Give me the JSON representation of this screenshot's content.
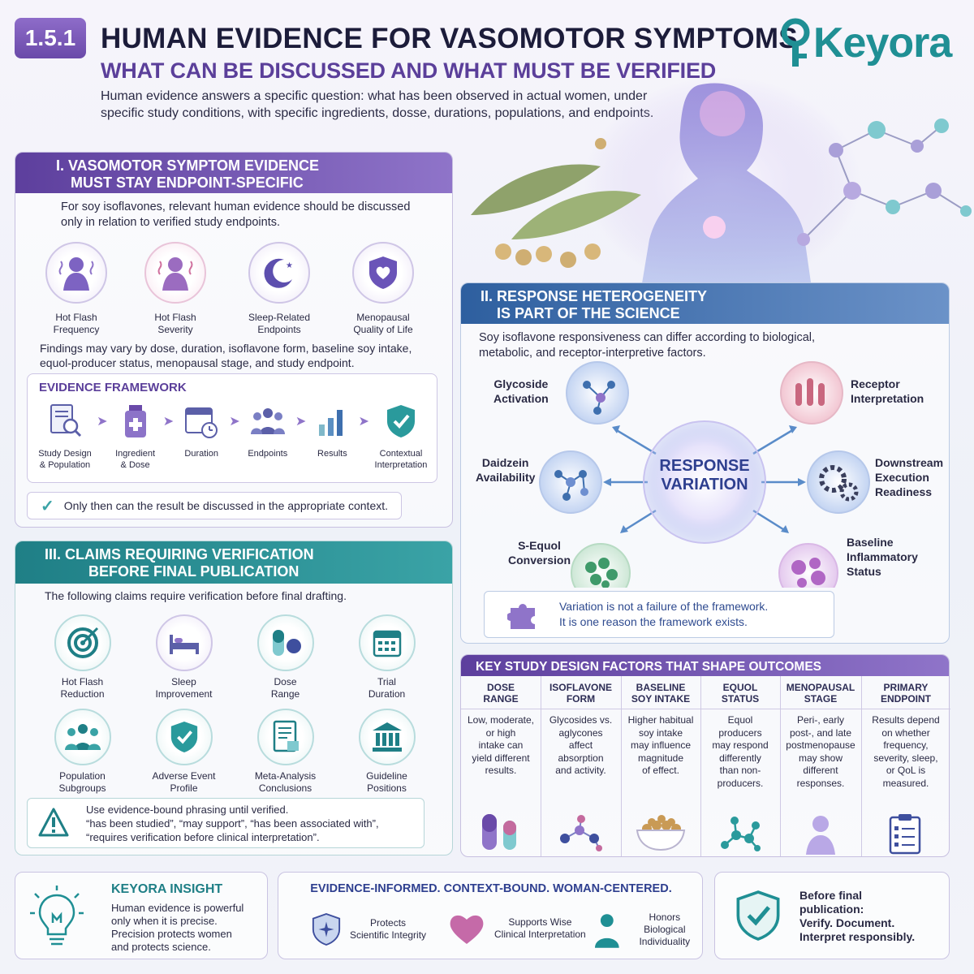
{
  "header": {
    "badge": "1.5.1",
    "title": "HUMAN EVIDENCE FOR VASOMOTOR SYMPTOMS",
    "subtitle": "WHAT CAN BE DISCUSSED AND WHAT MUST BE VERIFIED",
    "intro": "Human evidence answers a specific question: what has been observed in actual women, under specific study conditions, with specific ingredients, dosse, durations, populations, and endpoints.",
    "logo": "Keyora"
  },
  "section1": {
    "title_line1": "I. VASOMOTOR SYMPTOM EVIDENCE",
    "title_line2": "MUST STAY ENDPOINT-SPECIFIC",
    "intro": "For soy isoflavones, relevant human evidence should be discussed only in relation to verified study endpoints.",
    "endpoints": [
      {
        "label1": "Hot Flash",
        "label2": "Frequency",
        "icon": "woman-heat-icon"
      },
      {
        "label1": "Hot Flash",
        "label2": "Severity",
        "icon": "woman-heat-icon"
      },
      {
        "label1": "Sleep-Related",
        "label2": "Endpoints",
        "icon": "moon-icon"
      },
      {
        "label1": "Menopausal",
        "label2": "Quality of Life",
        "icon": "heart-shield-icon"
      }
    ],
    "findings": "Findings may vary by dose, duration, isoflavone form, baseline soy intake, equol-producer status, menopausal stage, and study endpoint.",
    "framework_title": "EVIDENCE FRAMEWORK",
    "framework_steps": [
      {
        "label1": "Study Design",
        "label2": "& Population"
      },
      {
        "label1": "Ingredient",
        "label2": "& Dose"
      },
      {
        "label1": "Duration",
        "label2": ""
      },
      {
        "label1": "Endpoints",
        "label2": ""
      },
      {
        "label1": "Results",
        "label2": ""
      },
      {
        "label1": "Contextual",
        "label2": "Interpretation"
      }
    ],
    "check_note": "Only then can the result be discussed in the appropriate context."
  },
  "section2": {
    "title_line1": "II. RESPONSE HETEROGENEITY",
    "title_line2": "IS PART OF THE SCIENCE",
    "intro": "Soy isoflavone responsiveness can differ according to biological, metabolic, and receptor-interpretive factors.",
    "center_line1": "RESPONSE",
    "center_line2": "VARIATION",
    "factors": {
      "glycoside": [
        "Glycoside",
        "Activation"
      ],
      "daidzein": [
        "Daidzein",
        "Availability"
      ],
      "sequol": [
        "S-Equol",
        "Conversion"
      ],
      "receptor": [
        "Receptor",
        "Interpretation"
      ],
      "downstream": [
        "Downstream",
        "Execution",
        "Readiness"
      ],
      "inflammatory": [
        "Baseline",
        "Inflammatory",
        "Status"
      ]
    },
    "note_line1": "Variation is not a failure of the framework.",
    "note_line2": "It is one reason the framework exists."
  },
  "section3": {
    "title_line1": "III. CLAIMS REQUIRING VERIFICATION",
    "title_line2": "BEFORE FINAL PUBLICATION",
    "intro": "The following claims require verification before final drafting.",
    "claims": [
      {
        "label1": "Hot Flash",
        "label2": "Reduction"
      },
      {
        "label1": "Sleep",
        "label2": "Improvement"
      },
      {
        "label1": "Dose",
        "label2": "Range"
      },
      {
        "label1": "Trial",
        "label2": "Duration"
      },
      {
        "label1": "Population",
        "label2": "Subgroups"
      },
      {
        "label1": "Adverse Event",
        "label2": "Profile"
      },
      {
        "label1": "Meta-Analysis",
        "label2": "Conclusions"
      },
      {
        "label1": "Guideline",
        "label2": "Positions"
      }
    ],
    "warning_line1": "Use evidence-bound phrasing until verified.",
    "warning_line2": "“has been studied”, “may support”, “has been associated with”,",
    "warning_line3": "“requires verification before clinical interpretation”."
  },
  "table": {
    "title": "KEY STUDY DESIGN FACTORS THAT SHAPE OUTCOMES",
    "columns": [
      {
        "h1": "DOSE",
        "h2": "RANGE",
        "body": [
          "Low, moderate,",
          "or high",
          "intake can",
          "yield different",
          "results."
        ]
      },
      {
        "h1": "ISOFLAVONE",
        "h2": "FORM",
        "body": [
          "Glycosides vs.",
          "aglycones",
          "affect",
          "absorption",
          "and activity."
        ]
      },
      {
        "h1": "BASELINE",
        "h2": "SOY INTAKE",
        "body": [
          "Higher habitual",
          "soy intake",
          "may influence",
          "magnitude",
          "of effect."
        ]
      },
      {
        "h1": "EQUOL",
        "h2": "STATUS",
        "body": [
          "Equol",
          "producers",
          "may respond",
          "differently",
          "than non-",
          "producers."
        ]
      },
      {
        "h1": "MENOPAUSAL",
        "h2": "STAGE",
        "body": [
          "Peri-, early",
          "post-, and late",
          "postmenopause",
          "may show",
          "different",
          "responses."
        ]
      },
      {
        "h1": "PRIMARY",
        "h2": "ENDPOINT",
        "body": [
          "Results depend",
          "on whether",
          "frequency,",
          "severity, sleep,",
          "or QoL is",
          "measured."
        ]
      }
    ]
  },
  "footer": {
    "insight_title": "KEYORA INSIGHT",
    "insight_lines": [
      "Human evidence is powerful",
      "only when it is precise.",
      "Precision protects women",
      "and protects science."
    ],
    "tagline": "EVIDENCE-INFORMED. CONTEXT-BOUND. WOMAN-CENTERED.",
    "values": [
      {
        "l1": "Protects",
        "l2": "Scientific Integrity"
      },
      {
        "l1": "Supports Wise",
        "l2": "Clinical Interpretation"
      },
      {
        "l1": "Honors Biological",
        "l2": "Individuality"
      }
    ],
    "final_lines": [
      "Before final",
      "publication:",
      "Verify. Document.",
      "Interpret responsibly."
    ]
  },
  "colors": {
    "purple": "#5d3f9d",
    "teal": "#1f8f94",
    "blue": "#2e5f9f"
  }
}
